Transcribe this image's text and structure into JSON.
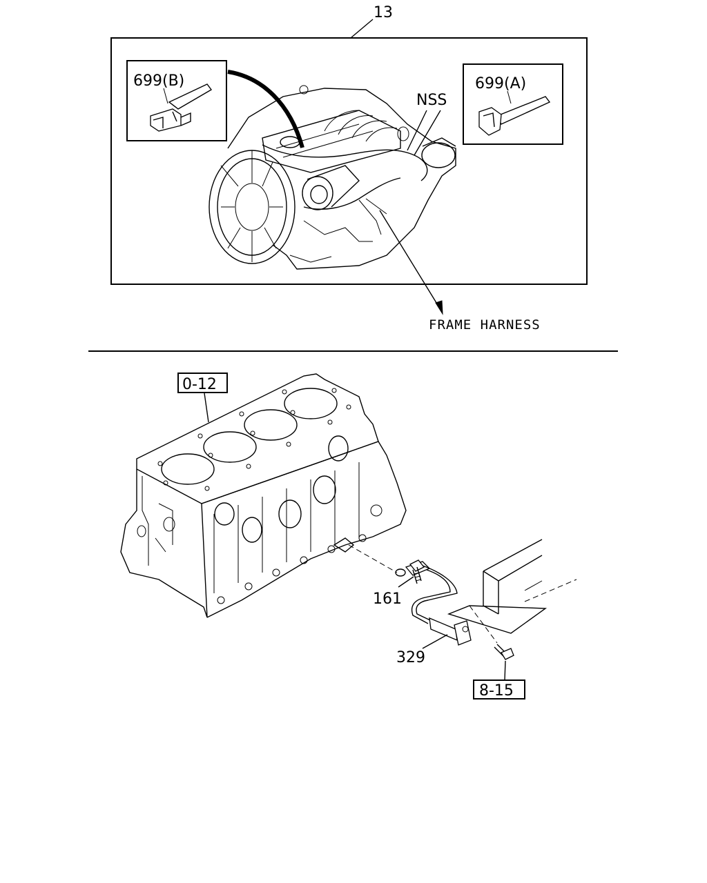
{
  "top_section": {
    "assembly_label": "13",
    "inset_b_label": "699(B)",
    "inset_a_label": "699(A)",
    "nss_label": "NSS",
    "frame_harness_label": "FRAME HARNESS"
  },
  "bottom_section": {
    "block_ref_label": "0-12",
    "bolt_label": "161",
    "sensor_label": "329",
    "bracket_ref_label": "8-15"
  }
}
